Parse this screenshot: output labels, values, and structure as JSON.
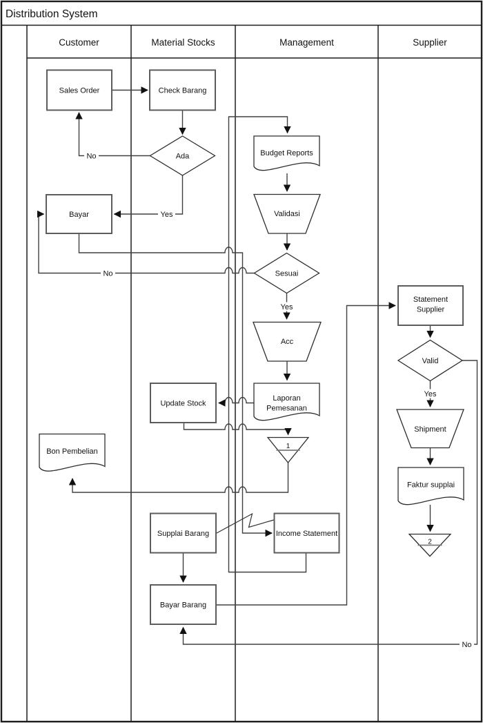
{
  "title": "Distribution System",
  "lanes": [
    {
      "label": "Customer"
    },
    {
      "label": "Material Stocks"
    },
    {
      "label": "Management"
    },
    {
      "label": "Supplier"
    }
  ],
  "nodes": {
    "sales_order": "Sales Order",
    "check_barang": "Check Barang",
    "ada": "Ada",
    "bayar": "Bayar",
    "budget_reports": "Budget Reports",
    "validasi": "Validasi",
    "sesuai": "Sesuai",
    "acc": "Acc",
    "laporan_pemesanan": [
      "Laporan",
      "Pemesanan"
    ],
    "update_stock": "Update Stock",
    "bon_pembelian": "Bon Pembelian",
    "connector_1": "1",
    "supplai_barang": "Supplai Barang",
    "income_statement": "Income Statement",
    "bayar_barang": "Bayar Barang",
    "statement_supplier": [
      "Statement",
      "Supplier"
    ],
    "valid": "Valid",
    "shipment": "Shipment",
    "faktur_supplai": "Faktur supplai",
    "connector_2": "2"
  },
  "edge_labels": {
    "ada_no": "No",
    "ada_yes": "Yes",
    "sesuai_no": "No",
    "sesuai_yes": "Yes",
    "valid_yes": "Yes",
    "valid_no": "No"
  },
  "colors": {
    "background": "#ffffff",
    "frame": "#1c1c1c",
    "box_border": "#5c5c5c",
    "shape_border": "#2d2d2d",
    "connector": "#404040",
    "text": "#111111"
  }
}
